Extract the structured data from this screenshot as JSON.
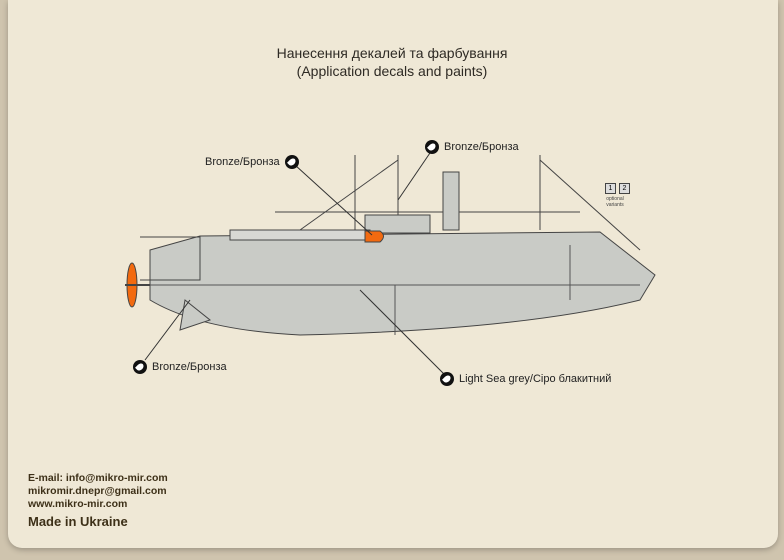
{
  "title": {
    "line1": "Нанесення декалей та фарбування",
    "line2": "(Application decals and paints)"
  },
  "callouts": [
    {
      "label": "Bronze/Бронза",
      "icon": "paint-icon"
    },
    {
      "label": "Bronze/Бронза",
      "icon": "paint-icon"
    },
    {
      "label": "Bronze/Бронза",
      "icon": "paint-icon"
    },
    {
      "label": "Light Sea grey/Сіро блакитний",
      "icon": "paint-icon"
    }
  ],
  "optional": {
    "variant1": "1",
    "variant2": "2",
    "caption": "optional variants"
  },
  "contact": {
    "email": "E-mail: info@mikro-mir.com",
    "email2": "mikromir.dnepr@gmail.com",
    "web": "www.mikro-mir.com"
  },
  "made_in": "Made in Ukraine",
  "colors": {
    "hull": "#c9cbc6",
    "bronze": "#f26a10",
    "paper": "#efe8d6"
  }
}
